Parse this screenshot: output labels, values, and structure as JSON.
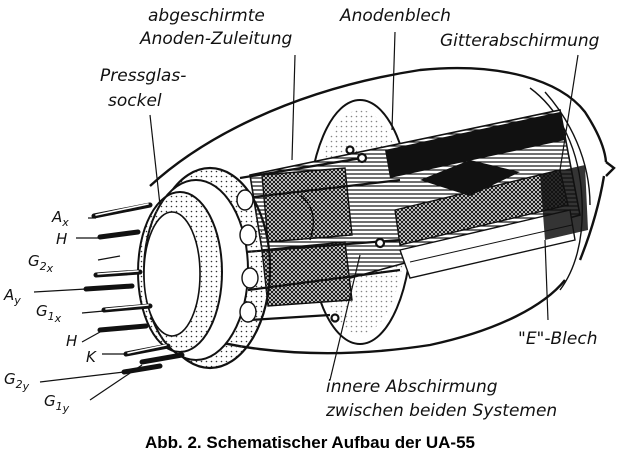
{
  "labels": {
    "abgeschirmte": "abgeschirmte",
    "anoden_zuleitung": "Anoden-Zuleitung",
    "anodenblech": "Anodenblech",
    "gitterabschirmung": "Gitterabschirmung",
    "pressglas": "Pressglas-",
    "sockel": "sockel",
    "ax_main": "A",
    "ax_sub": "x",
    "h1": "H",
    "g2x_main": "G",
    "g2x_num": "2",
    "g2x_sub": "x",
    "ay_main": "A",
    "ay_sub": "y",
    "g1x_main": "G",
    "g1x_num": "1",
    "g1x_sub": "x",
    "h2": "H",
    "k": "K",
    "g2y_main": "G",
    "g2y_num": "2",
    "g2y_sub": "y",
    "g1y_main": "G",
    "g1y_num": "1",
    "g1y_sub": "y",
    "e_blech": "\"E\"-Blech",
    "innere_abschirmung": "innere Abschirmung",
    "zwischen": "zwischen beiden Systemen"
  },
  "caption": "Abb. 2. Schematischer Aufbau der UA-55",
  "colors": {
    "ink": "#111111",
    "background": "#ffffff"
  }
}
